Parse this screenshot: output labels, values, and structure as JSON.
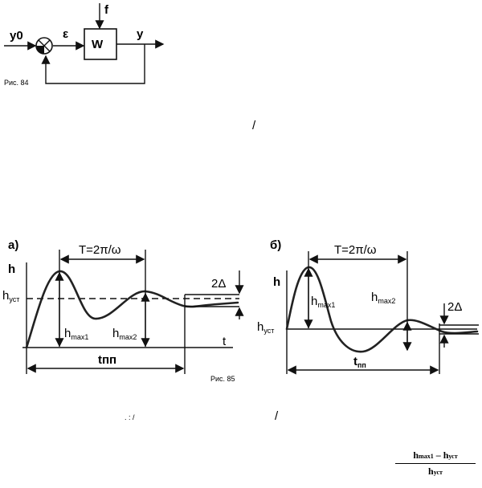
{
  "block_diagram": {
    "input_label": "y0",
    "error_label": "ε",
    "disturbance_label": "f",
    "block_label": "W",
    "output_label": "y",
    "caption": "Рис. 84"
  },
  "fig_a": {
    "panel_label": "а)",
    "period_label": "T=2π/ω",
    "h_label": "h",
    "h_ust": {
      "main": "h",
      "sub": "уст"
    },
    "delta_label": "2Δ",
    "hmax1": {
      "main": "h",
      "sub": "max1"
    },
    "hmax2": {
      "main": "h",
      "sub": "max2"
    },
    "t_label": "t",
    "tpp_label": "tпп",
    "caption": "Рис. 85"
  },
  "fig_b": {
    "panel_label": "б)",
    "period_label": "T=2π/ω",
    "h_label": "h",
    "hmax1": {
      "main": "h",
      "sub": "max1"
    },
    "hmax2": {
      "main": "h",
      "sub": "max2"
    },
    "delta_label": "2Δ",
    "h_ust": {
      "main": "h",
      "sub": "уст"
    },
    "tpp": {
      "main": "t",
      "sub": "пп"
    }
  },
  "formula": {
    "num_main": "h",
    "num_sub": "max1",
    "minus_main": " – h",
    "minus_sub": "уст",
    "den_main": "h",
    "den_sub": "уст"
  },
  "stray_marks": {
    "mark1": "/",
    "mark2": ". : /",
    "mark3": "/"
  }
}
